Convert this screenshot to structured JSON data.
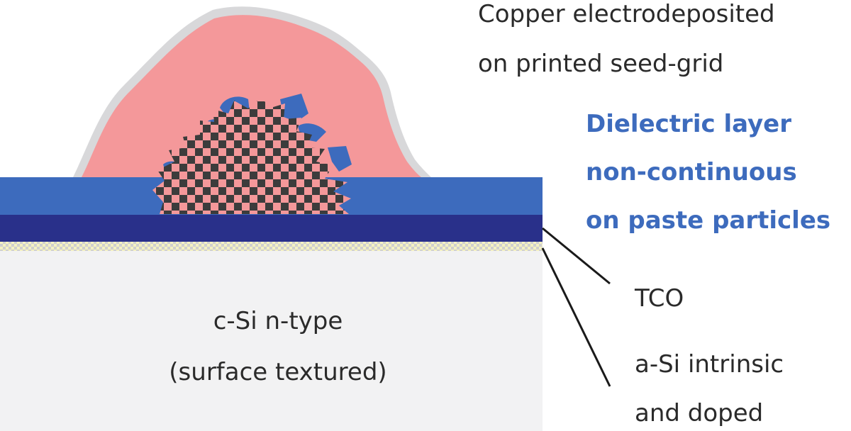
{
  "labels": {
    "copper": {
      "line1": "Copper electrodeposited",
      "line2": "on printed seed-grid"
    },
    "dielectric": {
      "line1": "Dielectric layer",
      "line2": "non-continuous",
      "line3": "on paste particles"
    },
    "tco": "TCO",
    "asi": {
      "line1": "a-Si intrinsic",
      "line2": "and doped"
    },
    "csi": {
      "line1": "c-Si n-type",
      "line2": "(surface textured)"
    }
  },
  "colors": {
    "copper_fill": "#f4989a",
    "copper_outline": "#d8d8da",
    "dielectric_layer": "#3d6bbd",
    "tco_layer": "#29308a",
    "asi_layer_light": "#f4f1c2",
    "asi_layer_dark": "#cfcfcf",
    "silicon_substrate": "#f2f2f3",
    "paste_dark": "#3c3c3c",
    "label_text": "#2a2a2a",
    "label_highlight": "#3d6bbd"
  }
}
